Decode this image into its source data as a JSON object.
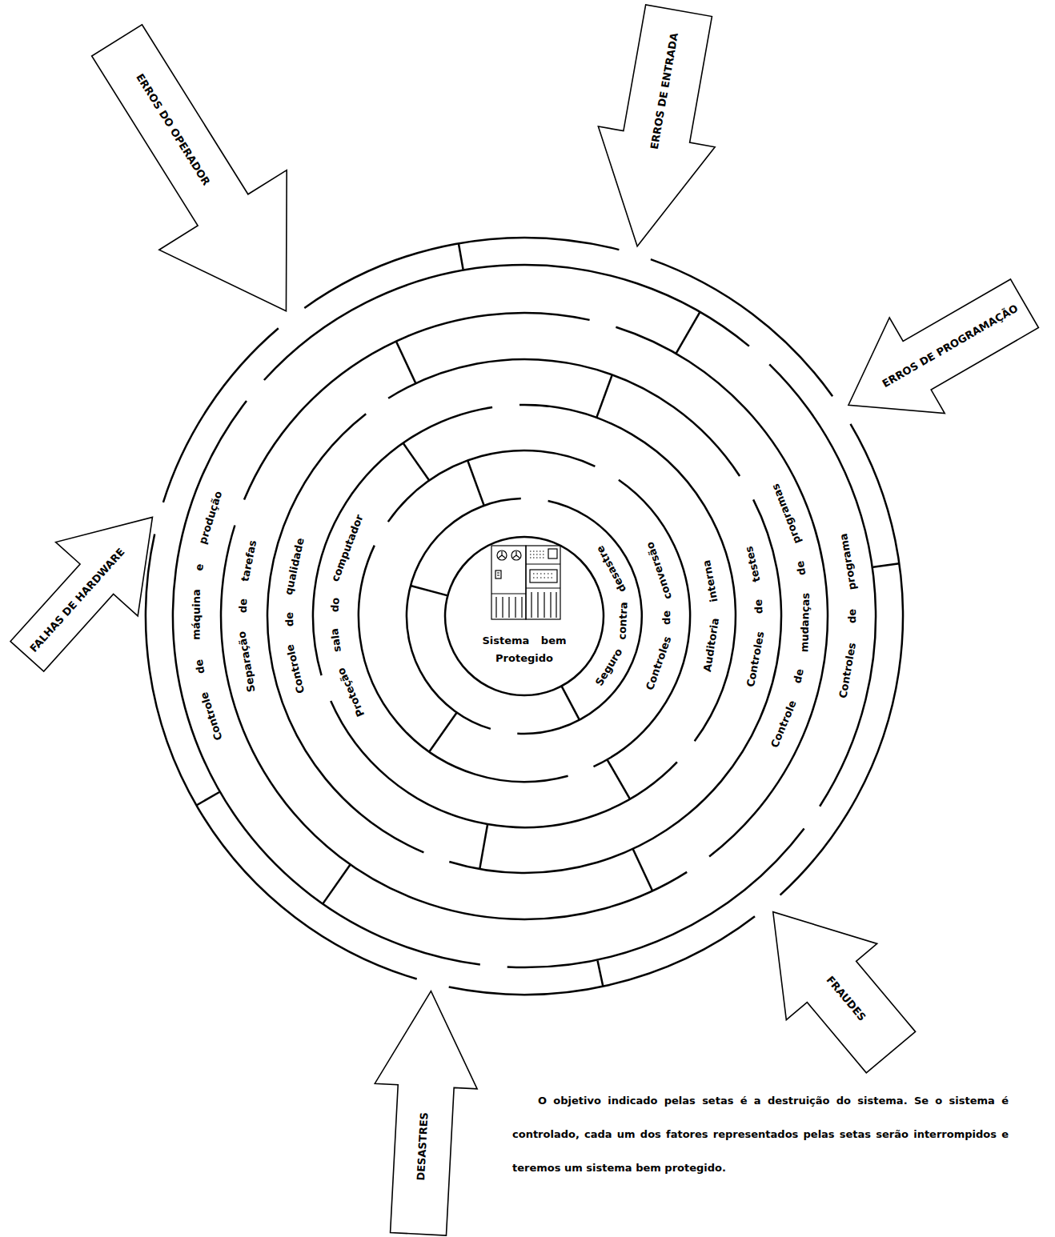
{
  "diagram": {
    "caption": "O objetivo indicado pelas setas é a destruição do sistema. Se o sistema é controlado, cada um dos fatores representados pelas setas serão interrompidos e teremos um sistema bem protegido.",
    "nodes": [
      {
        "text": [
          "ERROS DO OPERADOR"
        ]
      },
      {
        "text": [
          "ERROS DE ENTRADA"
        ]
      },
      {
        "text": [
          "ERROS DE PROGRAMAÇÃO"
        ]
      },
      {
        "text": [
          "Controle de máquina e produção",
          "Controles de programa"
        ]
      },
      {
        "text": [
          "Separação de tarefas",
          "Controle de mudanças de programas"
        ],
        "in": 3
      },
      {
        "text": [
          "Controle de qualidade",
          "Controles de testes"
        ],
        "in": 4
      },
      {
        "text": [
          "Proteção sala do computador",
          "Auditoria interna"
        ],
        "in": 5
      },
      {
        "text": [
          "Controles de conversão"
        ],
        "in": 6
      },
      {
        "text": [
          "Seguro contra desastre"
        ],
        "in": 7
      },
      {
        "text": [
          "Sistema bem Protegido"
        ],
        "in": 8
      },
      {
        "text": [
          "FALHAS DE HARDWARE"
        ]
      },
      {
        "text": [
          "DESASTRES"
        ]
      },
      {
        "text": [
          "FRAUDES"
        ]
      }
    ]
  }
}
